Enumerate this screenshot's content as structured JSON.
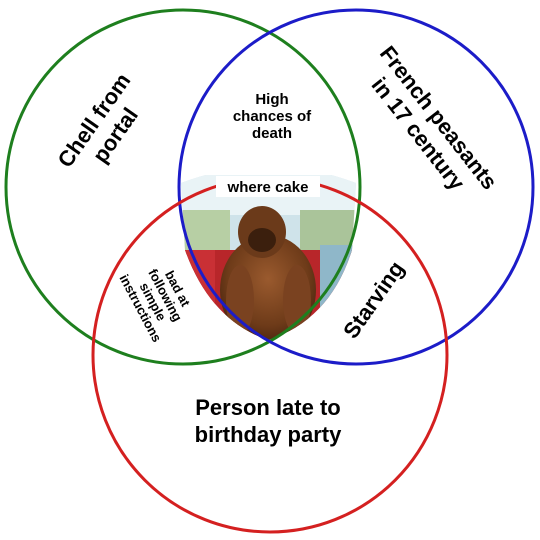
{
  "circles": {
    "left_label": [
      "Chell from",
      "portal"
    ],
    "right_label": [
      "French peasants",
      "in 17 century"
    ],
    "bottom_label": [
      "Person late to",
      "birthday party"
    ]
  },
  "overlaps": {
    "left_right": [
      "High",
      "chances of",
      "death"
    ],
    "right_bottom": "Starving",
    "left_bottom": [
      "bad at",
      "following",
      "simple",
      "instructions"
    ],
    "center_caption": "where cake"
  },
  "colors": {
    "left_circle": "#1e7f1e",
    "right_circle": "#1c1cc8",
    "bottom_circle": "#d42020"
  },
  "center_image": {
    "icon": "orangutan-photo",
    "description_hidden": ""
  }
}
